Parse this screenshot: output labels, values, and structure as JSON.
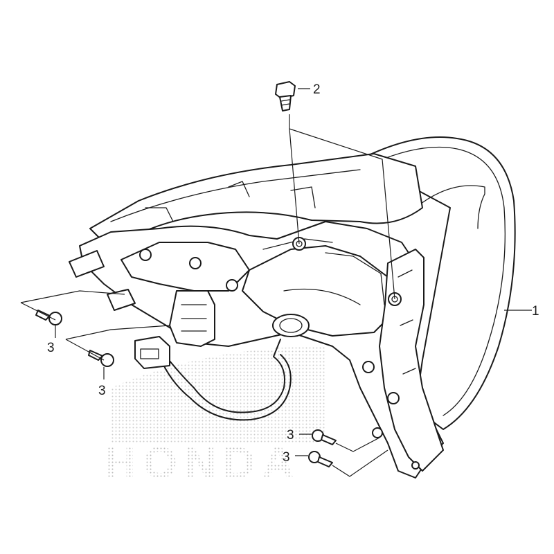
{
  "callouts": {
    "part1": "1",
    "part2": "2",
    "screw_left_upper": "3",
    "screw_left_lower": "3",
    "screw_right_upper": "3",
    "screw_right_lower": "3"
  },
  "watermark": {
    "text": "HONDA"
  }
}
